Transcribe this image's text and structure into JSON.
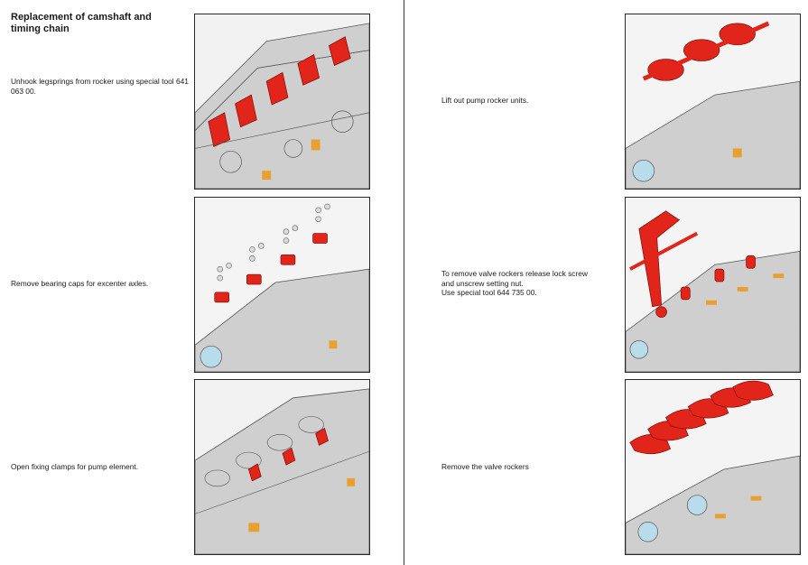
{
  "document": {
    "heading": "Replacement of camshaft and timing chain",
    "left_steps": [
      {
        "text": "Unhook legsprings from rocker using special tool 641 063 00.",
        "figure": "legspring-unhook-illustration"
      },
      {
        "text": "Remove bearing caps for excenter axles.",
        "figure": "bearing-caps-removal-illustration"
      },
      {
        "text": "Open fixing clamps for pump element.",
        "figure": "fixing-clamps-illustration"
      }
    ],
    "right_steps": [
      {
        "text": "Lift out pump rocker units.",
        "figure": "pump-rocker-lift-illustration"
      },
      {
        "text": "To remove valve rockers release lock screw\nand unscrew setting nut.\nUse special tool 644 735 00.",
        "figure": "valve-rocker-tool-illustration"
      },
      {
        "text": "Remove the valve rockers",
        "figure": "valve-rockers-removal-illustration"
      }
    ]
  },
  "colors": {
    "highlight_red": "#e1251b",
    "engine_gray": "#c9c9c9",
    "engine_dark": "#4a4a4a",
    "accent_orange": "#e8a030",
    "accent_blue": "#b8dcea"
  }
}
